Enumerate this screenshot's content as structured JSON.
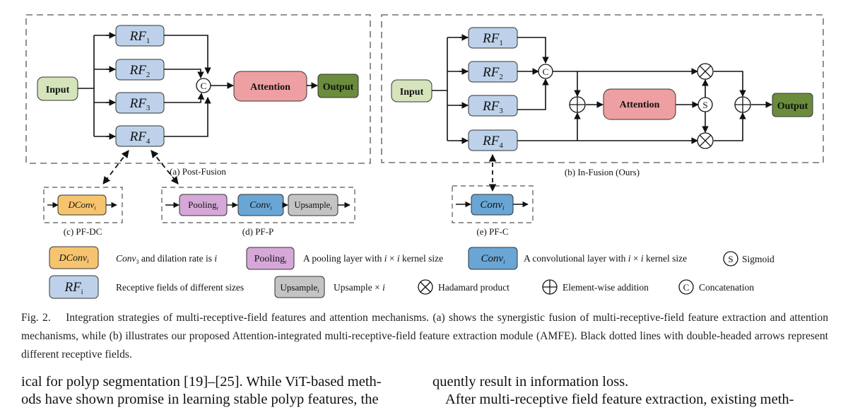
{
  "figure": {
    "post_fusion": {
      "input": "Input",
      "rf_base": "RF",
      "rf_subs": [
        "1",
        "2",
        "3",
        "4"
      ],
      "concat": "C",
      "attention": "Attention",
      "output": "Output",
      "caption": "(a) Post-Fusion"
    },
    "in_fusion": {
      "input": "Input",
      "rf_base": "RF",
      "rf_subs": [
        "1",
        "2",
        "3",
        "4"
      ],
      "concat": "C",
      "attention": "Attention",
      "sigmoid": "S",
      "output": "Output",
      "caption": "(b) In-Fusion (Ours)"
    },
    "pf_dc": {
      "block_base": "DConv",
      "block_sub": "i",
      "caption": "(c) PF-DC"
    },
    "pf_p": {
      "pool_base": "Pooling",
      "pool_sub": "i",
      "conv_base": "Conv",
      "conv_sub": "i",
      "up_base": "Upsample",
      "up_sub": "i",
      "caption": "(d) PF-P"
    },
    "pf_c": {
      "block_base": "Conv",
      "block_sub": "i",
      "caption": "(e) PF-C"
    },
    "legend": {
      "dconv": {
        "box_base": "DConv",
        "box_sub": "i",
        "desc_a": "Conv",
        "desc_sub": "3",
        "desc_b": " and dilation rate is ",
        "desc_i": "i"
      },
      "pooling": {
        "box_base": "Pooling",
        "box_sub": "i",
        "desc_a": "A pooling layer with ",
        "desc_i1": "i",
        "desc_b": " × ",
        "desc_i2": "i",
        "desc_c": " kernel size"
      },
      "conv": {
        "box_base": "Conv",
        "box_sub": "i",
        "desc_a": "A convolutional layer with ",
        "desc_i1": "i",
        "desc_b": " × ",
        "desc_i2": "i",
        "desc_c": " kernel size"
      },
      "sigmoid": {
        "symbol": "S",
        "desc": "Sigmoid"
      },
      "rf": {
        "box_base": "RF",
        "box_sub": "i",
        "desc": "Receptive fields of different sizes"
      },
      "upsample": {
        "box_base": "Upsample",
        "box_sub": "i",
        "desc_a": "Upsample × ",
        "desc_i": "i"
      },
      "hadamard": {
        "desc": "Hadamard product"
      },
      "addition": {
        "desc": "Element-wise addition"
      },
      "concat": {
        "symbol": "C",
        "desc": "Concatenation"
      }
    },
    "colors": {
      "input": "#d6e4bc",
      "rf": "#bdd2ea",
      "attention": "#ee9fa2",
      "output": "#6b8c3b",
      "dconv": "#f6c46e",
      "pooling": "#d6a8d8",
      "conv": "#6aa6d5",
      "upsample": "#c4c4c4"
    }
  },
  "caption": {
    "label": "Fig. 2.",
    "text": "Integration strategies of multi-receptive-field features and attention mechanisms. (a) shows the synergistic fusion of multi-receptive-field feature extraction and attention mechanisms, while (b) illustrates our proposed Attention-integrated multi-receptive-field feature extraction module (AMFE). Black dotted lines with double-headed arrows represent different receptive fields."
  },
  "body_text": {
    "left_line1": "ical for polyp segmentation [19]–[25]. While ViT-based meth-",
    "left_line2": "ods have shown promise in learning stable polyp features, the",
    "right_line1": "quently result in information loss.",
    "right_line2": "After multi-receptive field feature extraction, existing meth-"
  }
}
